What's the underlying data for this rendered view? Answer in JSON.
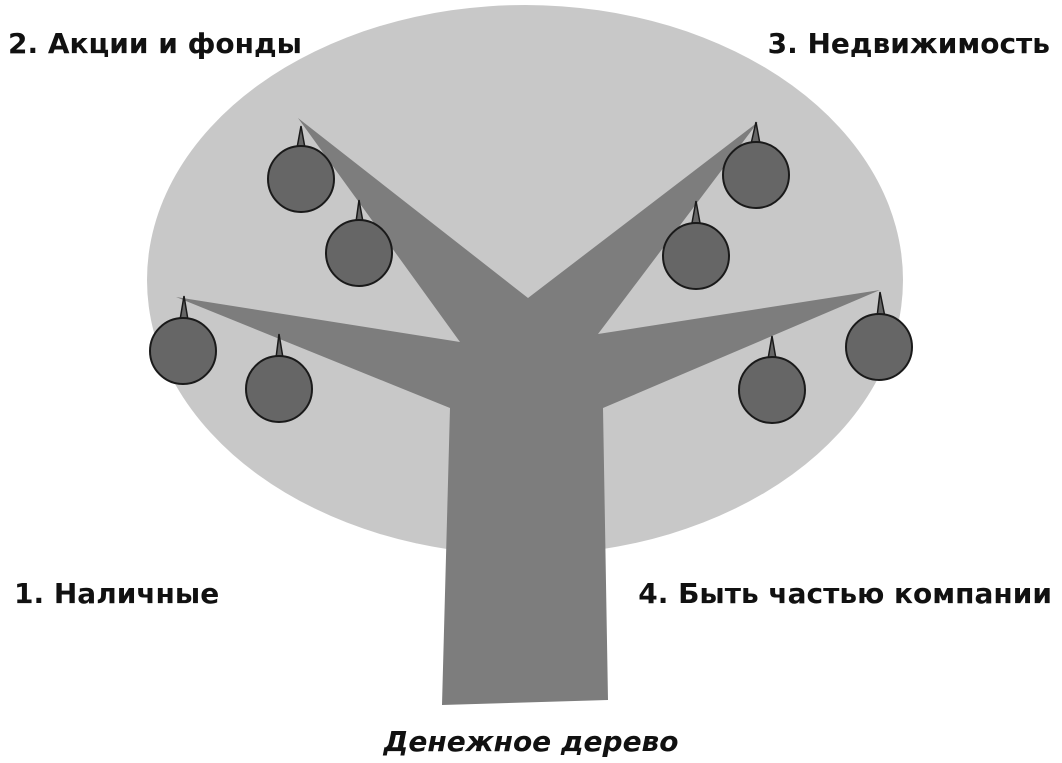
{
  "diagram": {
    "caption": "Денежное дерево",
    "quadrants": {
      "cash": "1. Наличные",
      "stocks": "2. Акции и фонды",
      "real_estate": "3. Недвижимость",
      "business": "4. Быть частью компании"
    },
    "colors": {
      "crown": "#c8c8c8",
      "trunk": "#7d7d7d",
      "fruit": "#666666",
      "fruit_outline": "#1a1a1a",
      "text": "#111111"
    }
  }
}
